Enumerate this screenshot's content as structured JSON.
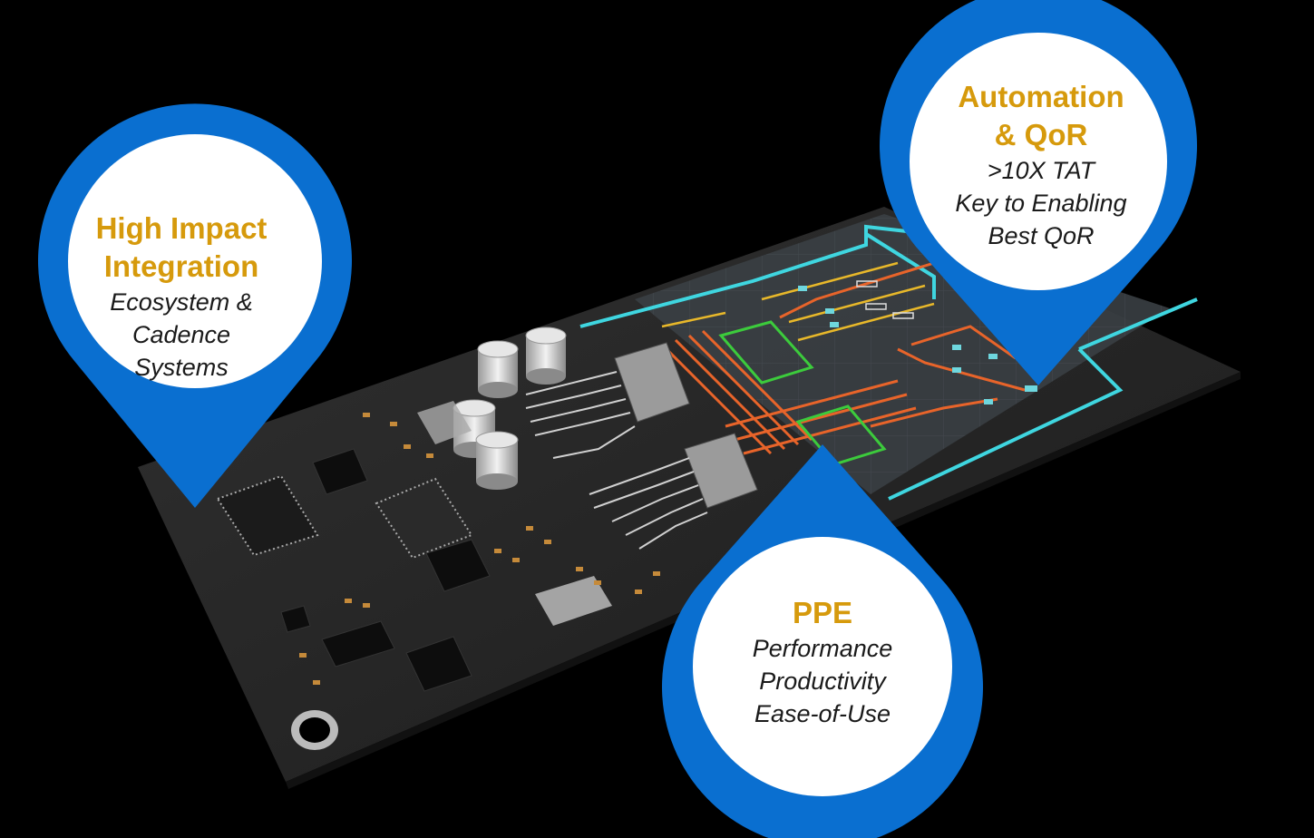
{
  "colors": {
    "background": "#000000",
    "board": "#262626",
    "pin_blue": "#0A6FD0",
    "title_gold": "#D69A0C",
    "trace_cyan": "#3FD6E0",
    "trace_orange": "#E8642A",
    "trace_green": "#3CCB3C"
  },
  "callouts": {
    "integration": {
      "title_line1": "High Impact",
      "title_line2": "Integration",
      "line1": "Ecosystem &",
      "line2": "Cadence",
      "line3": "Systems"
    },
    "automation": {
      "title_line1": "Automation",
      "title_line2": "& QoR",
      "line1": ">10X TAT",
      "line2": "Key to Enabling",
      "line3": "Best QoR"
    },
    "ppe": {
      "title": "PPE",
      "line1": "Performance",
      "line2": "Productivity",
      "line3": "Ease-of-Use"
    }
  }
}
